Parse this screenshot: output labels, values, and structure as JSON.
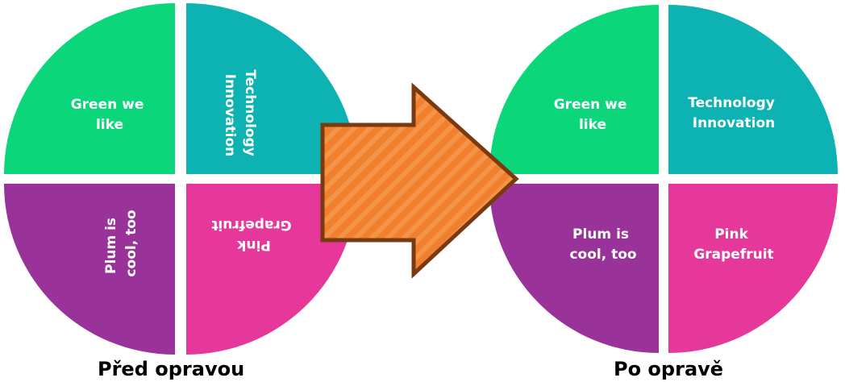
{
  "colors": {
    "green": "#0bd67a",
    "teal": "#0db2b2",
    "plum": "#993399",
    "pink": "#e6379a",
    "arrow_fill": "#f08030",
    "arrow_stroke": "#7a3a10"
  },
  "before": {
    "caption": "Před opravou",
    "green_lines": [
      "Green we",
      "like"
    ],
    "teal_lines": [
      "Technology",
      "Innovation"
    ],
    "plum_lines": [
      "Plum is",
      "cool, too"
    ],
    "pink_lines": [
      "Pink",
      "Grapefruit"
    ]
  },
  "after": {
    "caption": "Po opravě",
    "green_lines": [
      "Green we",
      "like"
    ],
    "teal_lines": [
      "Technology",
      "Innovation"
    ],
    "plum_lines": [
      "Plum is",
      "cool, too"
    ],
    "pink_lines": [
      "Pink",
      "Grapefruit"
    ]
  },
  "icons": {
    "arrow": "right-arrow-icon"
  }
}
